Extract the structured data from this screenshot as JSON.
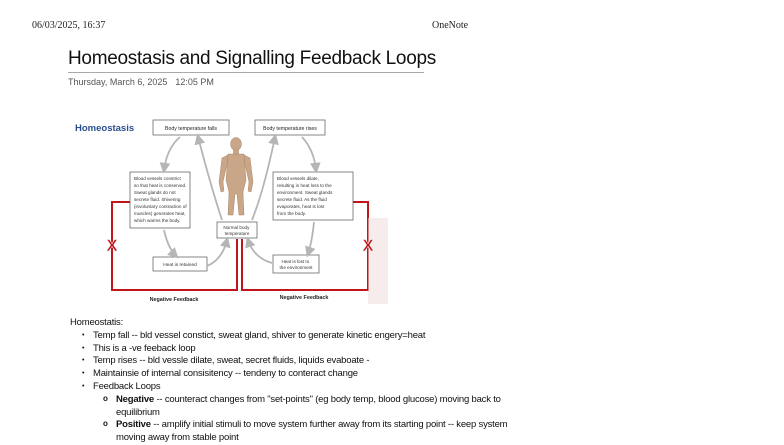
{
  "header": {
    "datetime": "06/03/2025, 16:37",
    "app": "OneNote"
  },
  "page": {
    "title": "Homeostasis and Signalling Feedback Loops",
    "date": "Thursday, March 6, 2025",
    "time": "12:05 PM"
  },
  "diagram": {
    "heading": "Homeostasis",
    "box_fall": "Body temperature falls",
    "box_rise": "Body temperature rises",
    "desc_left": [
      "Blood vessels constrict",
      "so that heat is conserved.",
      "Sweat glands do not",
      "secrete fluid. Shivering",
      "(involuntary contraction of",
      "muscles) generates heat,",
      "which warms the body."
    ],
    "desc_right": [
      "Blood vessels dilate,",
      "resulting in heat loss to the",
      "environment. Sweat glands",
      "secrete fluid. As the fluid",
      "evaporates, heat is lost",
      "from the body."
    ],
    "normal": [
      "Normal body",
      "temperature"
    ],
    "retained": "Heat is retained",
    "lost": [
      "Heat is lost to",
      "the environment"
    ],
    "neg_left": "Negative Feedback",
    "neg_right": "Negative Feedback",
    "mark_left": "X",
    "mark_right": "X",
    "colors": {
      "heading": "#2b4f8e",
      "loop": "#c0151b",
      "body": "#c9a688",
      "arrow": "#b5b5b5"
    }
  },
  "notes": {
    "heading": "Homeostatis:",
    "items": [
      "Temp fall -- bld vessel constict, sweat gland, shiver to generate kinetic engery=heat",
      "This is a -ve feeback loop",
      "Temp rises -- bld vessle dilate, sweat, secret fluids, liquids evaboate -",
      "Maintainsie of internal consisitency -- tendeny to conteract change",
      "Feedback Loops"
    ],
    "sub": [
      {
        "term": "Negative",
        "text": " -- counteract changes from \"set-points\" (eg body temp, blood glucose) moving back to equilibrium"
      },
      {
        "term": "Positive",
        "text": " -- amplify initial stimuli to move system further away from its starting point -- keep system moving away from stable point"
      }
    ]
  }
}
